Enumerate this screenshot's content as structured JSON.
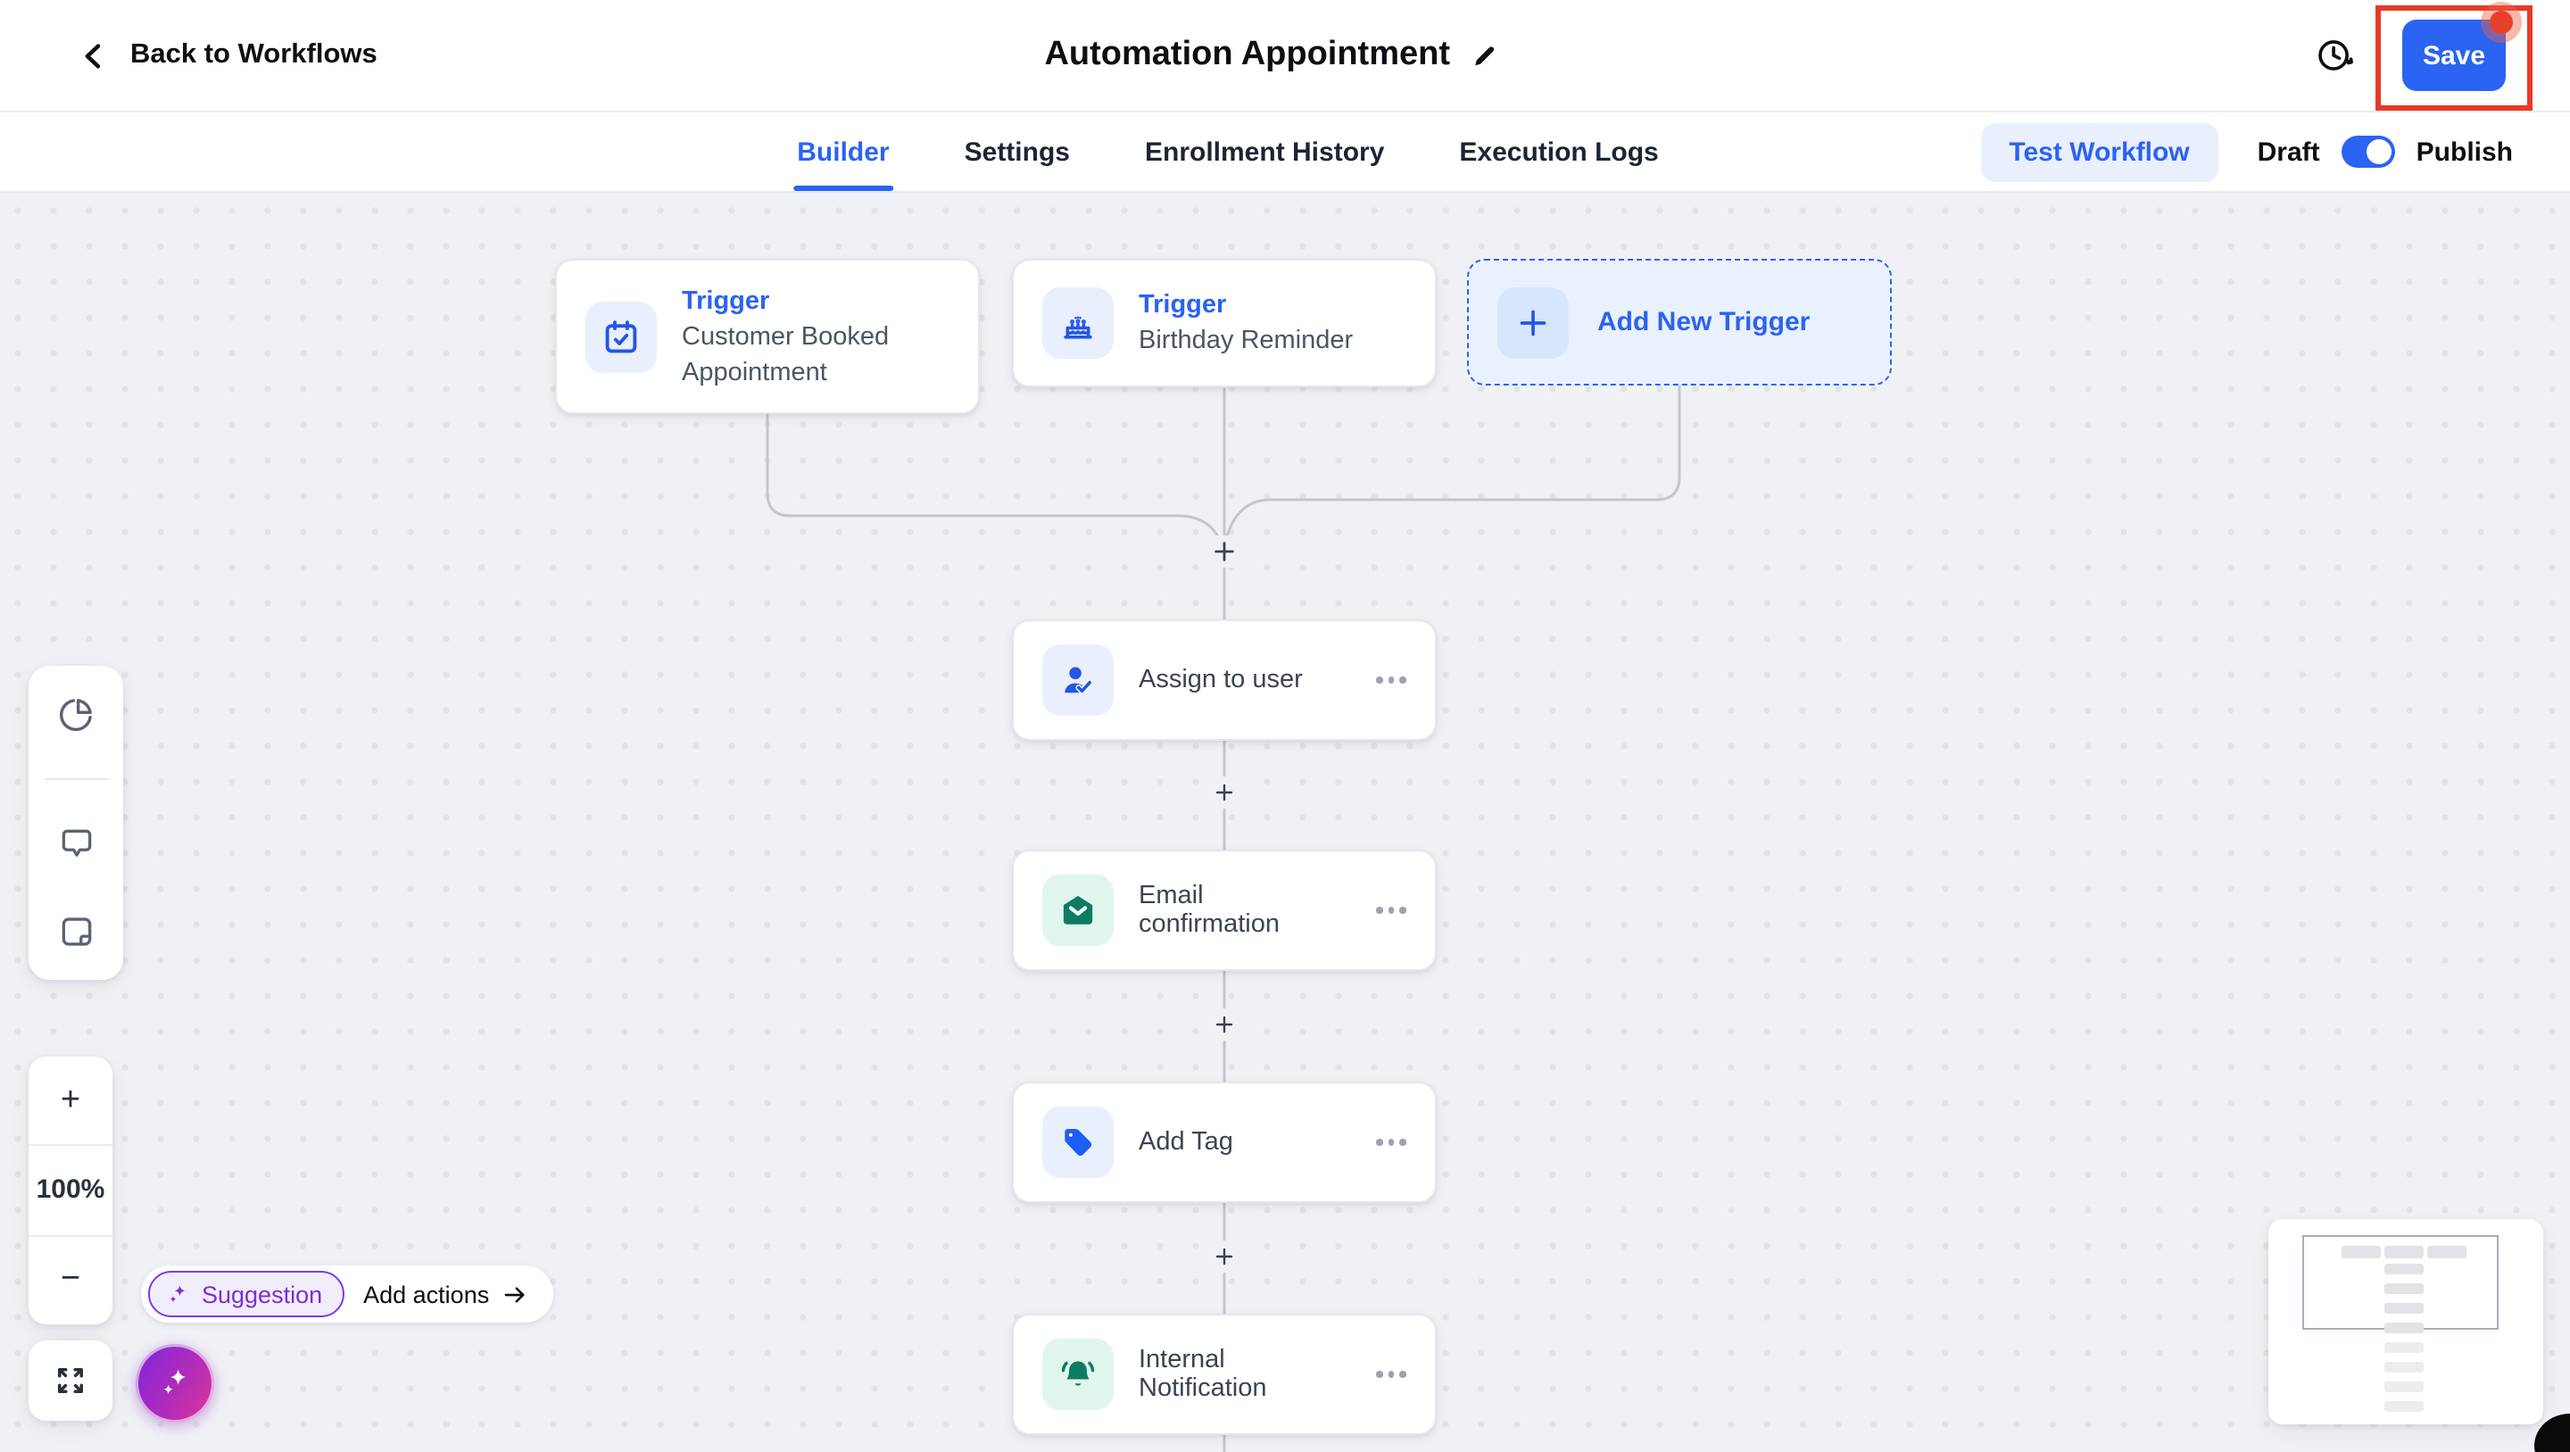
{
  "header": {
    "back_label": "Back to Workflows",
    "title": "Automation Appointment",
    "save_label": "Save",
    "icons": [
      "chevron-left-icon",
      "edit-pencil-icon",
      "version-history-icon"
    ],
    "annotation": {
      "shape": "red-rectangle-and-dot",
      "color": "#e73a26",
      "target": "save-button"
    }
  },
  "tabs": {
    "items": [
      {
        "label": "Builder",
        "active": true
      },
      {
        "label": "Settings",
        "active": false
      },
      {
        "label": "Enrollment History",
        "active": false
      },
      {
        "label": "Execution Logs",
        "active": false
      }
    ],
    "test_workflow_label": "Test Workflow",
    "draft_label": "Draft",
    "publish_label": "Publish",
    "publish_toggle_state": "on"
  },
  "canvas": {
    "triggers": [
      {
        "type_label": "Trigger",
        "name": "Customer Booked Appointment",
        "icon": "calendar-check-icon",
        "accent": "blue"
      },
      {
        "type_label": "Trigger",
        "name": "Birthday Reminder",
        "icon": "birthday-cake-icon",
        "accent": "blue"
      }
    ],
    "add_new_trigger_label": "Add New Trigger",
    "actions": [
      {
        "name": "Assign to user",
        "icon": "user-check-icon",
        "accent": "blue"
      },
      {
        "name": "Email confirmation",
        "icon": "mail-open-icon",
        "accent": "green"
      },
      {
        "name": "Add Tag",
        "icon": "tag-icon",
        "accent": "blue"
      },
      {
        "name": "Internal Notification",
        "icon": "bell-icon",
        "accent": "green"
      }
    ]
  },
  "tools": {
    "zoom_in_label": "+",
    "zoom_level": "100%",
    "zoom_out_label": "−",
    "side_icons": [
      "pie-chart-icon",
      "comment-icon",
      "note-icon"
    ],
    "fullscreen_icon": "expand-arrows-icon",
    "ai_button_icon": "sparkles-icon"
  },
  "suggestion": {
    "badge_label": "Suggestion",
    "action_label": "Add actions",
    "icons": [
      "sparkles-icon",
      "arrow-right-icon"
    ]
  },
  "colors": {
    "primary_blue": "#2b63f2",
    "action_green": "#0c7c61",
    "suggestion_purple": "#7c3aed",
    "annotation_red": "#e73a26",
    "canvas_bg": "#f0f1f5"
  }
}
